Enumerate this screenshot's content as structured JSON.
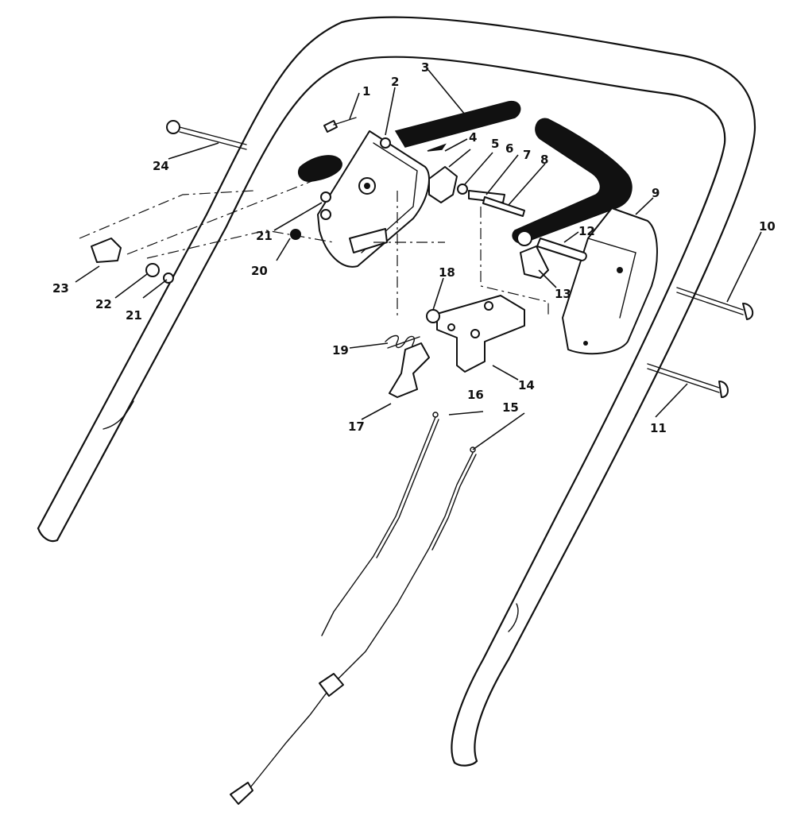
{
  "diagram": {
    "callouts": [
      "1",
      "2",
      "3",
      "4",
      "5",
      "6",
      "7",
      "8",
      "9",
      "10",
      "11",
      "12",
      "13",
      "14",
      "15",
      "16",
      "17",
      "18",
      "19",
      "20",
      "21",
      "22",
      "23",
      "24",
      "21"
    ],
    "colors": {
      "ink": "#111111",
      "paper": "#ffffff"
    }
  }
}
